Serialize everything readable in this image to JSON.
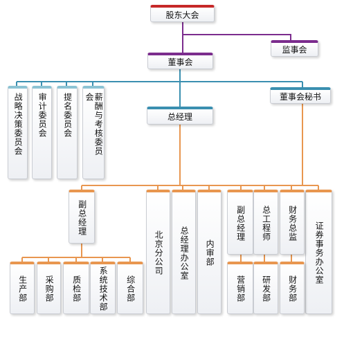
{
  "org_chart": {
    "top": {
      "label": "股东大会"
    },
    "board": {
      "label": "董事会"
    },
    "supervisory": {
      "label": "监事会"
    },
    "secretary": {
      "label": "董事会秘书"
    },
    "gm": {
      "label": "总经理"
    },
    "committees": [
      {
        "label": "战略决策委员会"
      },
      {
        "label": "审计委员会"
      },
      {
        "label": "提名委员会"
      },
      {
        "label": "薪酬与考核委员会"
      }
    ],
    "securities_office": {
      "label": "证券事务办公室"
    },
    "vice_gm_left": {
      "label": "副总经理"
    },
    "departments_left": [
      {
        "label": "生产部"
      },
      {
        "label": "采购部"
      },
      {
        "label": "质检部"
      },
      {
        "label": "系统技术部"
      },
      {
        "label": "综合部"
      }
    ],
    "middle_units": [
      {
        "label": "北京分公司"
      },
      {
        "label": "总经理办公室"
      },
      {
        "label": "内审部"
      }
    ],
    "right_execs": [
      {
        "label": "副总经理"
      },
      {
        "label": "总工程师"
      },
      {
        "label": "财务总监"
      }
    ],
    "right_departments": [
      {
        "label": "营销部"
      },
      {
        "label": "研发部"
      },
      {
        "label": "财务部"
      }
    ]
  },
  "colors": {
    "red": "#c62828",
    "purple": "#7b2c8d",
    "blue": "#3a8fb0",
    "orange": "#e8964f",
    "light_blue": "#8cc3d3"
  }
}
